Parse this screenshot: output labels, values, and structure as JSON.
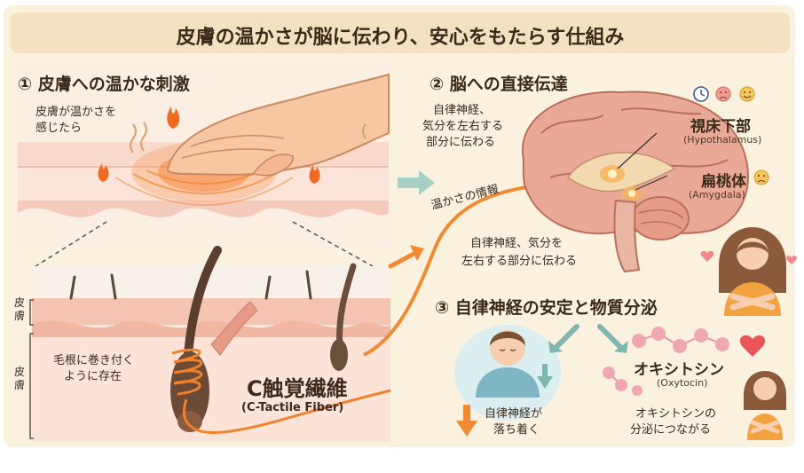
{
  "title": "皮膚の温かさが脳に伝わり、安心をもたらす仕組み",
  "section1": {
    "heading": "① 皮膚への温かな刺激",
    "caption_line1": "皮膚が温かさを",
    "caption_line2": "感じたら",
    "layer_skin": "皮膚",
    "layer_dermis": "皮膚",
    "hair_root_line1": "毛根に巻き付く",
    "hair_root_line2": "ように存在",
    "fiber_name": "C触覚繊維",
    "fiber_en": "(C-Tactile Fiber)"
  },
  "section2": {
    "heading": "② 脳への直接伝達",
    "desc_line1": "自律神経、",
    "desc_line2": "気分を左右する",
    "desc_line3": "部分に伝わる",
    "arrow_label": "温かさの情報",
    "hypothalamus": "視床下部",
    "hypothalamus_en": "(Hypothalamus)",
    "amygdala": "扁桃体",
    "amygdala_en": "(Amygdala)",
    "lower_line1": "自律神経、気分を",
    "lower_line2": "左右する部分に伝わる"
  },
  "section3": {
    "heading": "③ 自律神経の安定と物質分泌",
    "calm_line1": "自律神経が",
    "calm_line2": "落ち着く",
    "oxytocin": "オキシトシン",
    "oxytocin_en": "(Oxytocin)",
    "secretion_line1": "オキシトシンの",
    "secretion_line2": "分泌につながる"
  },
  "colors": {
    "background": "#fbf1df",
    "title_band": "#f4e1c2",
    "accent_orange": "#f08a33",
    "skin_pink": "#f5cbbd",
    "brain_pink": "#e9a996",
    "teal_arrow": "#7fb6ad"
  },
  "icons": [
    "flame-icon",
    "clock-icon",
    "sad-face-icon",
    "smile-face-icon",
    "heart-icon",
    "down-arrow-icon",
    "teal-arrow-icon"
  ]
}
